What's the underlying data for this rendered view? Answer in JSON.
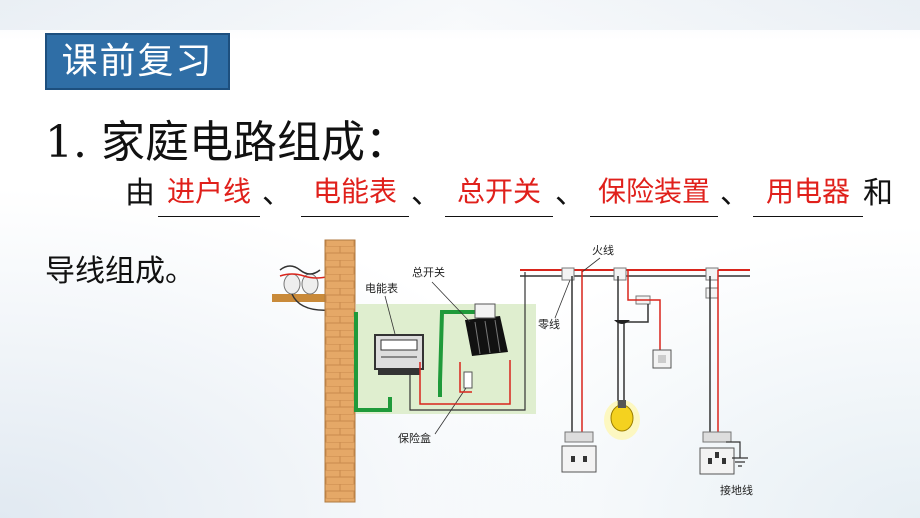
{
  "section_tag": "课前复习",
  "heading": "1. 家庭电路组成：",
  "sentence": {
    "prefix": "由",
    "separator": "、",
    "suffix": "和",
    "answers": [
      "进户线",
      "电能表",
      "总开关",
      "保险装置",
      "用电器"
    ],
    "continuation": "导线组成。"
  },
  "diagram": {
    "labels": {
      "meter": "电能表",
      "main_switch": "总开关",
      "fuse_box": "保险盒",
      "live_wire": "火线",
      "neutral_wire": "零线",
      "ground": "接地线"
    },
    "colors": {
      "live": "#d9251c",
      "neutral": "#333333",
      "ground_lead": "#1f9a3a",
      "panel": "#dfeecf",
      "wall": "#e5a867"
    }
  }
}
